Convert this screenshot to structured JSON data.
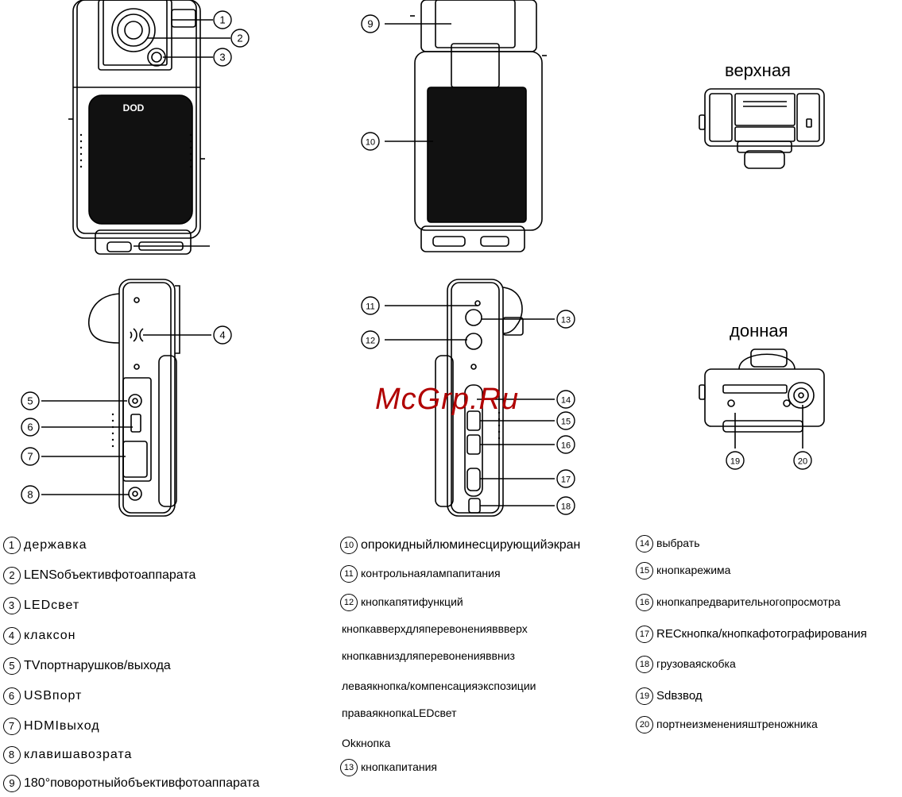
{
  "view_labels": {
    "top": "верхная",
    "bottom": "донная"
  },
  "watermark": "McGrp.Ru",
  "callout_numbers": [
    "1",
    "2",
    "3",
    "4",
    "5",
    "6",
    "7",
    "8",
    "9",
    "10",
    "11",
    "12",
    "13",
    "14",
    "15",
    "16",
    "17",
    "18",
    "19",
    "20"
  ],
  "device_logo": "DOD",
  "legend": {
    "col1": [
      {
        "num": "1",
        "text": "державка"
      },
      {
        "num": "2",
        "text": "LENSобъективфотоаппарата"
      },
      {
        "num": "3",
        "text": "LEDсвет"
      },
      {
        "num": "4",
        "text": "клаксон"
      },
      {
        "num": "5",
        "text": "TVпортнарушков/выхода"
      },
      {
        "num": "6",
        "text": "USBпорт"
      },
      {
        "num": "7",
        "text": "HDMIвыход"
      },
      {
        "num": "8",
        "text": "клавишавозрата"
      },
      {
        "num": "9",
        "text": "180°поворотныйобъективфотоаппарата"
      }
    ],
    "col2": [
      {
        "num": "10",
        "text": "опрокидныйлюминесцирующийэкран"
      },
      {
        "num": "11",
        "text": "контрольнаялампапитания"
      },
      {
        "num": "12",
        "text": "кнопкапятифункций"
      },
      {
        "num": "",
        "text": "кнопкавверхдляперевоненияввверх"
      },
      {
        "num": "",
        "text": "кнопкавниздляперевоненияввниз"
      },
      {
        "num": "",
        "text": "леваякнопка/компенсацияэкспозиции"
      },
      {
        "num": "",
        "text": "праваякнопкаLEDсвет"
      },
      {
        "num": "",
        "text": "Okкнопка"
      },
      {
        "num": "13",
        "text": "кнопкапитания"
      }
    ],
    "col3": [
      {
        "num": "14",
        "text": "выбрать"
      },
      {
        "num": "15",
        "text": "кнопкарежима"
      },
      {
        "num": "16",
        "text": "кнопкапредварительногопросмотра"
      },
      {
        "num": "17",
        "text": "RECкнопка/кнопкафотографирования"
      },
      {
        "num": "18",
        "text": "грузоваяскобка"
      },
      {
        "num": "19",
        "text": "Sdвзвод"
      },
      {
        "num": "20",
        "text": "портнеизмененияштреножника"
      }
    ]
  }
}
